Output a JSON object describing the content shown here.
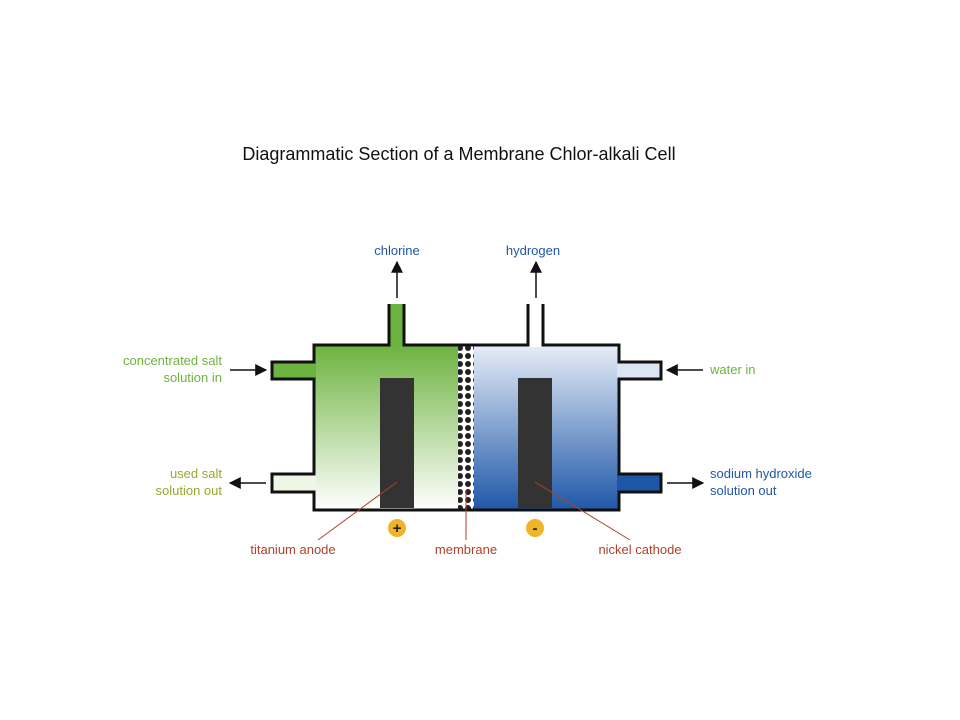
{
  "title": "Diagrammatic Section of a Membrane Chlor-alkali Cell",
  "colors": {
    "anode_side": "#6db33f",
    "cathode_side": "#1f57a8",
    "green_label": "#6db33f",
    "olive_label": "#9aa82e",
    "blue_label": "#1f57a8",
    "brown_label": "#b0412a",
    "terminal": "#f0b429",
    "electrode": "#333333"
  },
  "labels": {
    "chlorine": "chlorine",
    "hydrogen": "hydrogen",
    "conc_salt_1": "concentrated salt",
    "conc_salt_2": "solution in",
    "used_salt_1": "used salt",
    "used_salt_2": "solution out",
    "water_in": "water in",
    "naoh_1": "sodium hydroxide",
    "naoh_2": "solution out",
    "anode": "titanium anode",
    "membrane": "membrane",
    "cathode": "nickel cathode"
  },
  "terminals": {
    "positive": "+",
    "negative": "-"
  }
}
